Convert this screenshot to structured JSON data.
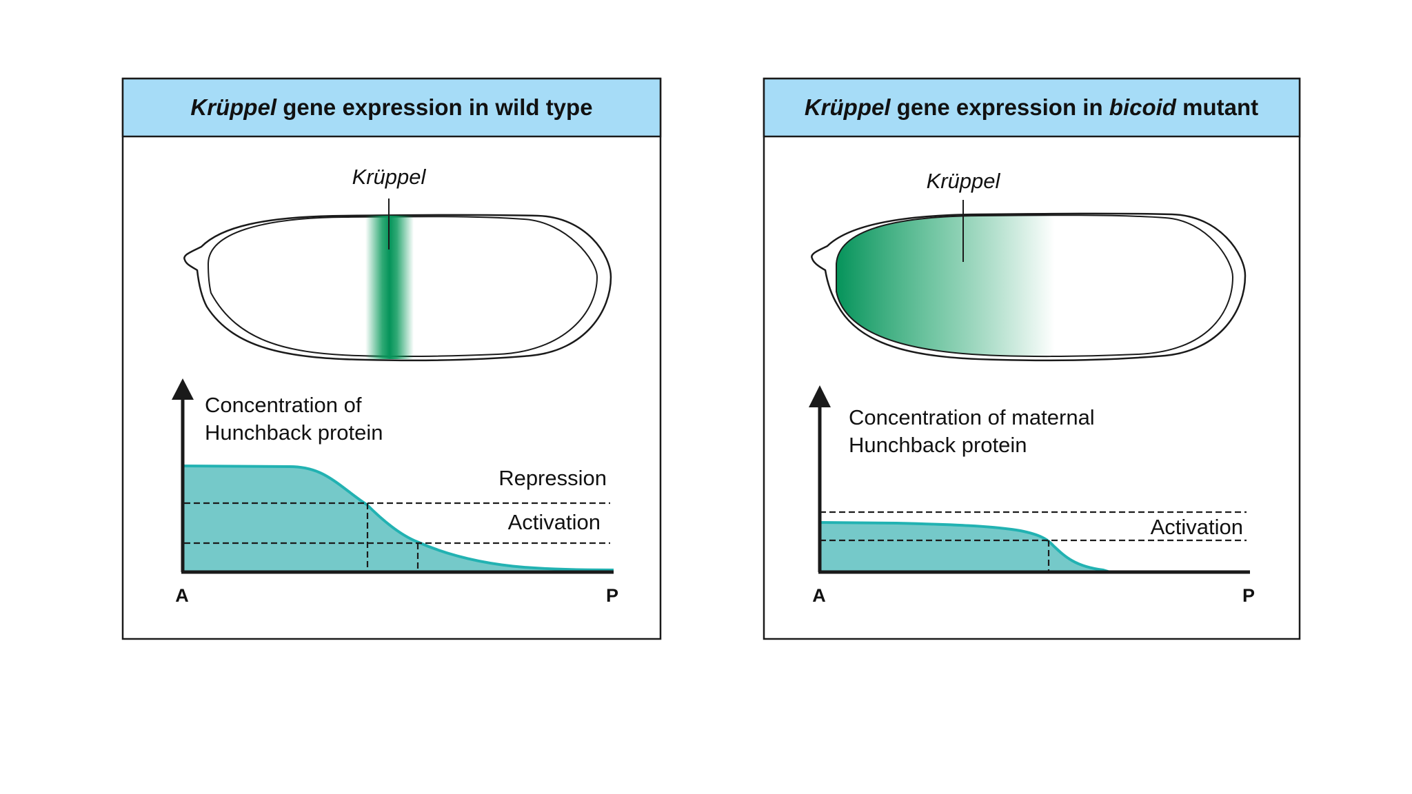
{
  "colors": {
    "header_fill": "#a6dcf7",
    "expression_green": "#0a9a5c",
    "hunchback_fill": "#75c9c9",
    "hunchback_line": "#22b2b2",
    "outline": "#1a1a1a"
  },
  "panels": [
    {
      "title_gene": "Krüppel",
      "title_rest": " gene expression in wild type",
      "gene_label": "Krüppel",
      "axis_label_line1": "Concentration of",
      "axis_label_line2": "Hunchback protein",
      "threshold_labels": {
        "repression": "Repression",
        "activation": "Activation"
      },
      "axis_start": "A",
      "axis_end": "P"
    },
    {
      "title_gene": "Krüppel",
      "title_mid": " gene expression in ",
      "title_mutant": "bicoid",
      "title_rest": " mutant",
      "gene_label": "Krüppel",
      "axis_label_line1": "Concentration of maternal",
      "axis_label_line2": "Hunchback protein",
      "threshold_labels": {
        "activation": "Activation"
      },
      "axis_start": "A",
      "axis_end": "P"
    }
  ]
}
